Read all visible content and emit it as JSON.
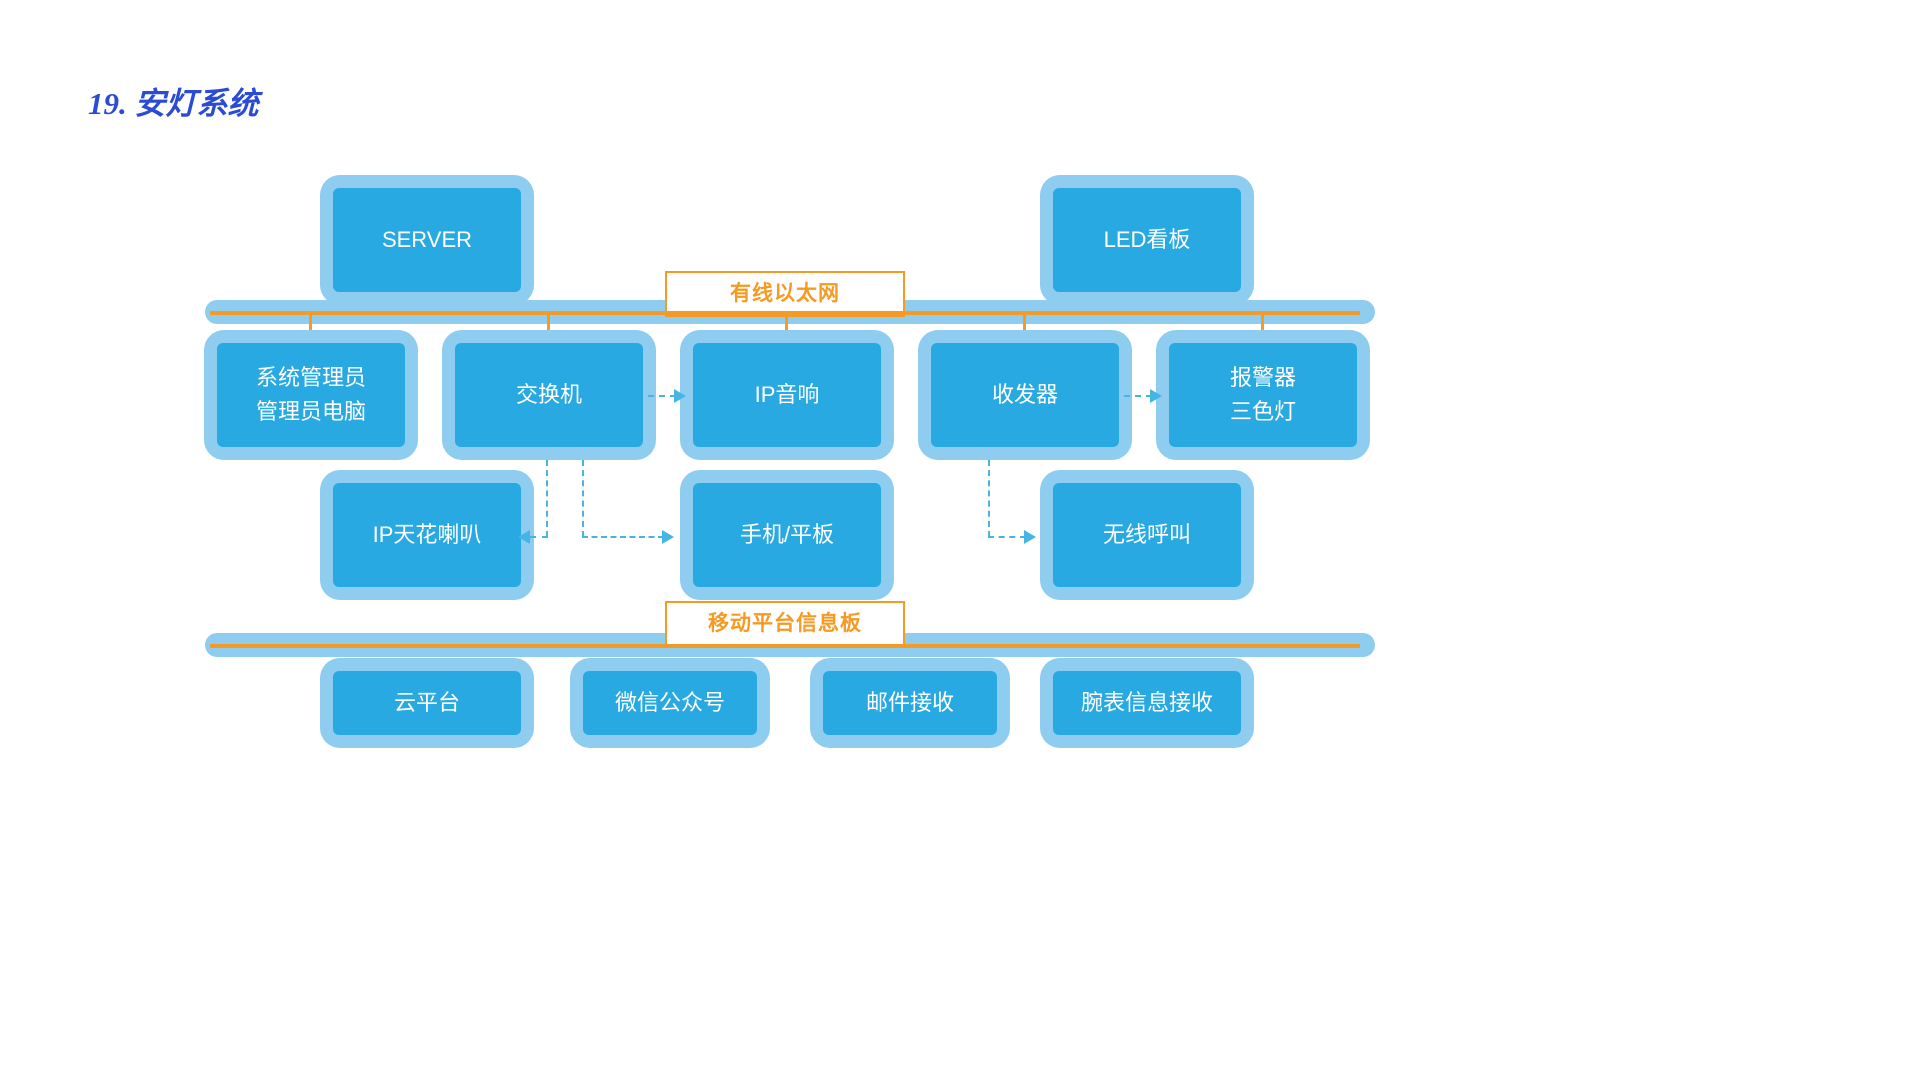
{
  "title": "19. 安灯系统",
  "buses": {
    "ethernet": {
      "label": "有线以太网"
    },
    "mobile": {
      "label": "移动平台信息板"
    }
  },
  "nodes": {
    "server": {
      "label": "SERVER"
    },
    "led_board": {
      "label": "LED看板"
    },
    "admin": {
      "line1": "系统管理员",
      "line2": "管理员电脑"
    },
    "switch": {
      "label": "交换机"
    },
    "ip_speaker": {
      "label": "IP音响"
    },
    "transceiver": {
      "label": "收发器"
    },
    "alarm": {
      "line1": "报警器",
      "line2": "三色灯"
    },
    "ip_ceiling_speaker": {
      "label": "IP天花喇叭"
    },
    "phone_tablet": {
      "label": "手机/平板"
    },
    "wireless_call": {
      "label": "无线呼叫"
    },
    "cloud": {
      "label": "云平台"
    },
    "wechat": {
      "label": "微信公众号"
    },
    "email": {
      "label": "邮件接收"
    },
    "watch": {
      "label": "腕表信息接收"
    }
  },
  "colors": {
    "node_fill": "#29a9e1",
    "node_halo": "#8ecdf0",
    "bus_orange": "#f59a23",
    "arrow_blue": "#45b5e5",
    "title_blue": "#2a4bd4"
  }
}
